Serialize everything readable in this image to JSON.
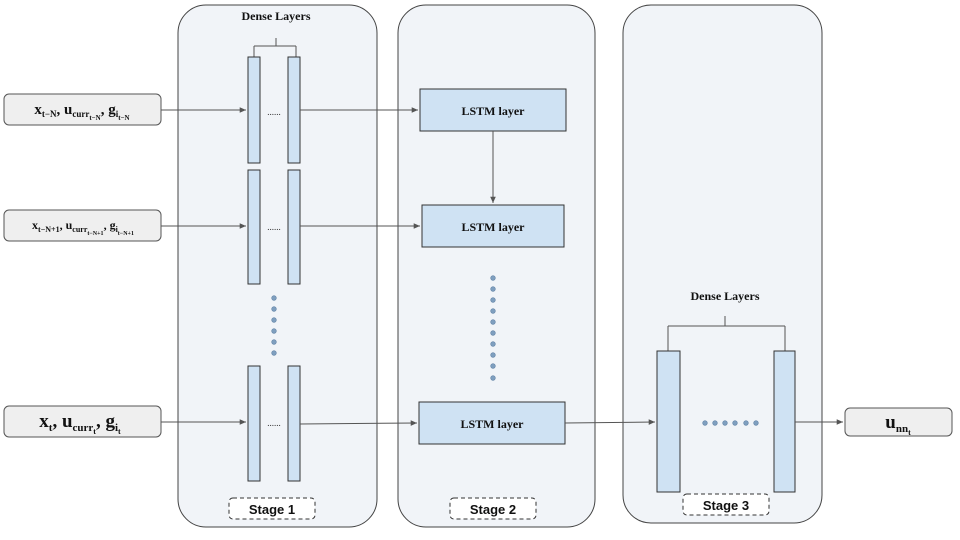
{
  "stages": [
    {
      "label": "Stage 1",
      "title": "Dense Layers"
    },
    {
      "label": "Stage 2"
    },
    {
      "label": "Stage 3",
      "title": "Dense Layers"
    }
  ],
  "lstm": {
    "label": "LSTM layer"
  },
  "inputs": [
    {
      "main": "x",
      "main_sub": "t−N",
      "u": "u",
      "u_sub": "curr",
      "u_subsub": "t−N",
      "g": "g",
      "g_sub": "i",
      "g_subsub": "t−N"
    },
    {
      "main": "x",
      "main_sub": "t−N+1",
      "u": "u",
      "u_sub": "curr",
      "u_subsub": "t−N+1",
      "g": "g",
      "g_sub": "i",
      "g_subsub": "t−N+1"
    },
    {
      "main": "x",
      "main_sub": "t",
      "u": "u",
      "u_sub": "curr",
      "u_subsub": "t",
      "g": "g",
      "g_sub": "i",
      "g_subsub": "t"
    }
  ],
  "output": {
    "main": "u",
    "sub": "nn",
    "subsub": "t"
  },
  "colors": {
    "panel": "#f1f4f8",
    "lstm": "#cfe2f3",
    "dense": "#cfe2f3",
    "dots": "#7f9fbf"
  }
}
